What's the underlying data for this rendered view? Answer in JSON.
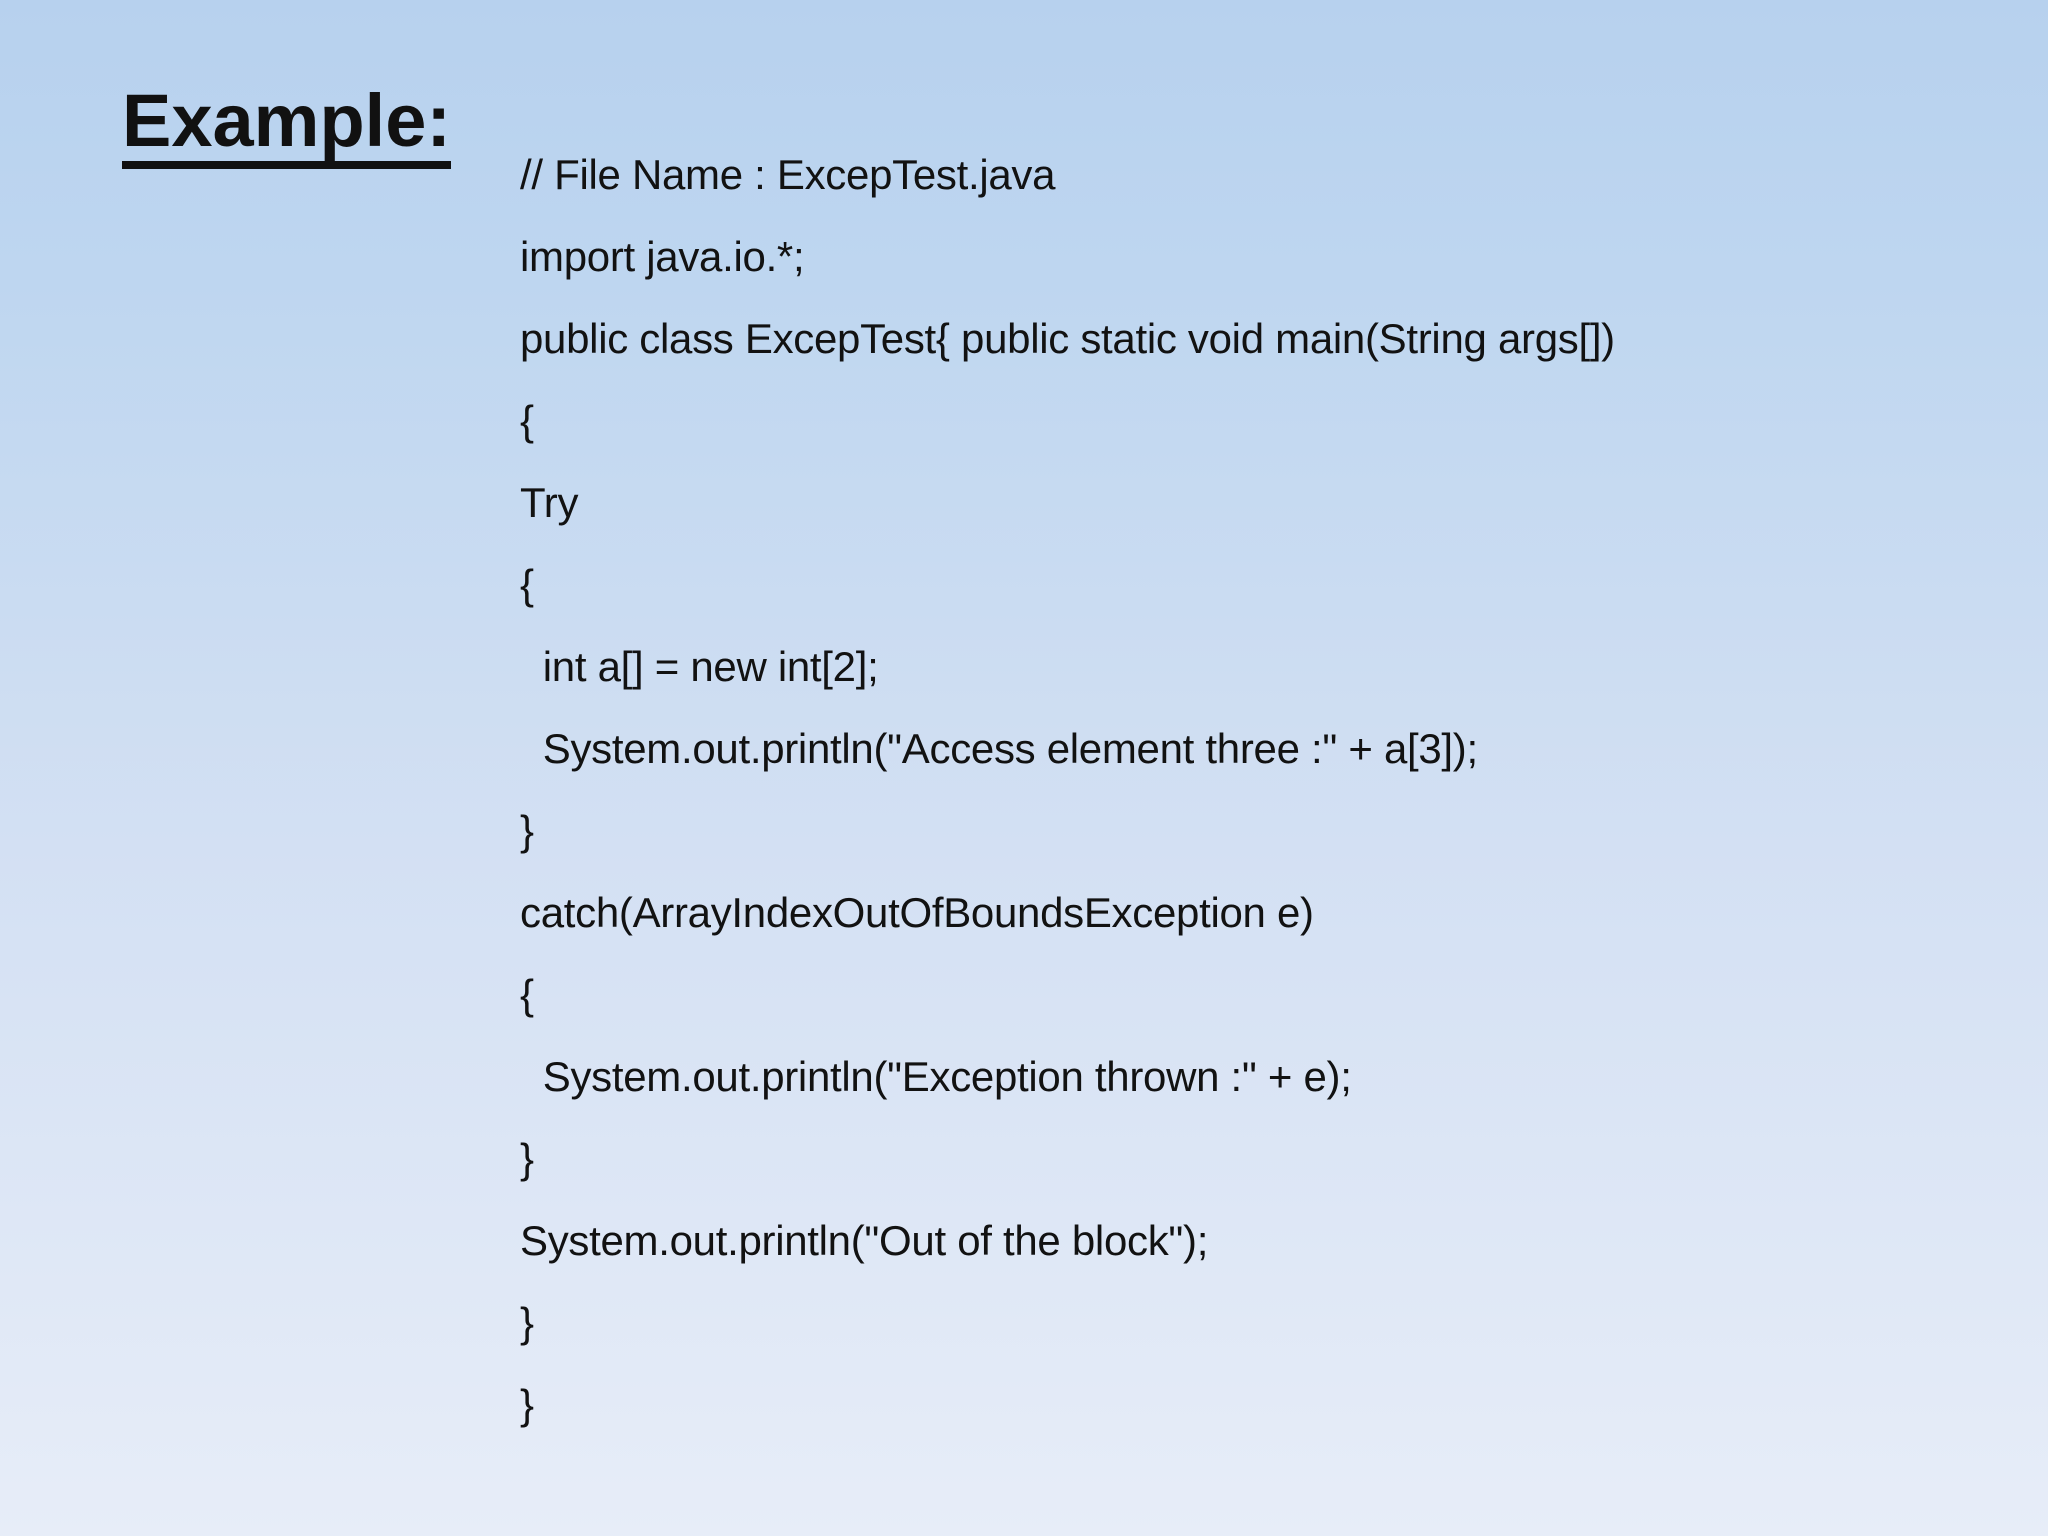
{
  "slide": {
    "title": "Example:",
    "background_top_color": "#b7d1ee",
    "background_bottom_color": "#e7edf8",
    "text_color": "#111111"
  },
  "code": {
    "lines": [
      "// File Name : ExcepTest.java",
      "import java.io.*;",
      "public class ExcepTest{ public static void main(String args[])",
      "{",
      "Try",
      "{",
      "  int a[] = new int[2];",
      "  System.out.println(\"Access element three :\" + a[3]);",
      "}",
      "catch(ArrayIndexOutOfBoundsException e)",
      "{",
      "  System.out.println(\"Exception thrown :\" + e);",
      "}",
      "System.out.println(\"Out of the block\");",
      "}",
      "}"
    ]
  }
}
